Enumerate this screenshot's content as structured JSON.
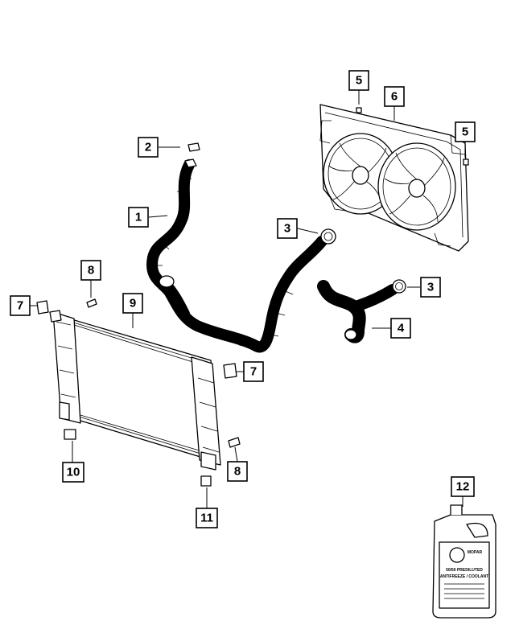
{
  "callouts": [
    {
      "label": "1"
    },
    {
      "label": "2"
    },
    {
      "label": "3"
    },
    {
      "label": "3"
    },
    {
      "label": "4"
    },
    {
      "label": "5"
    },
    {
      "label": "5"
    },
    {
      "label": "6"
    },
    {
      "label": "7"
    },
    {
      "label": "7"
    },
    {
      "label": "8"
    },
    {
      "label": "8"
    },
    {
      "label": "9"
    },
    {
      "label": "10"
    },
    {
      "label": "11"
    },
    {
      "label": "12"
    }
  ],
  "jug_label": {
    "brand": "MOPAR",
    "line1": "50/50 PREDILUTED",
    "line2": "ANTIFREEZE / COOLANT"
  }
}
